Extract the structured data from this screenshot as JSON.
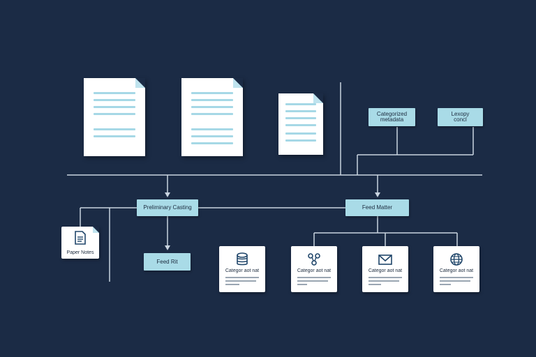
{
  "colors": {
    "background": "#1b2b45",
    "connector": "#c9d4e0",
    "label_fill": "#a9dbe7",
    "document_line": "#a6d8e6",
    "icon": "#20466a"
  },
  "top_tags": [
    {
      "label": "Categorized\nmetadata"
    },
    {
      "label": "Lexopy\nconcl"
    }
  ],
  "middle_tags": [
    {
      "label": "Preliminary Casting"
    },
    {
      "label": "Feed Matter"
    }
  ],
  "lower_tag": {
    "label": "Feed Rit"
  },
  "side_doc": {
    "label": "Paper Notes"
  },
  "cards": [
    {
      "title": "Categor aot nat",
      "icon": "database-icon"
    },
    {
      "title": "Categor aot nat",
      "icon": "network-icon"
    },
    {
      "title": "Categor aot nat",
      "icon": "mail-icon"
    },
    {
      "title": "Categor aot nat",
      "icon": "globe-icon"
    }
  ]
}
